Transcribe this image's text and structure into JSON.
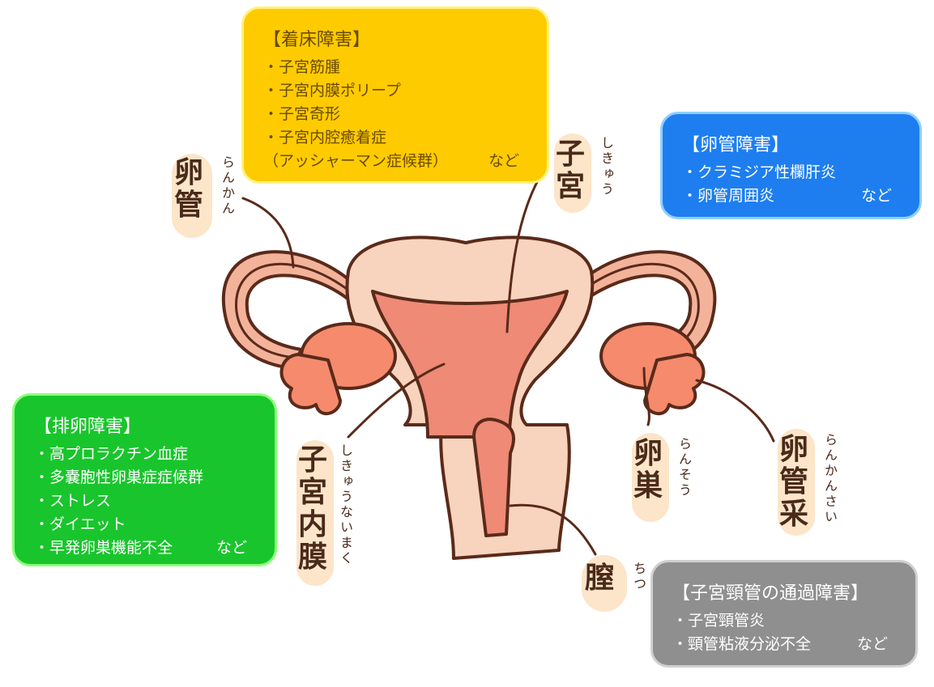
{
  "boxes": {
    "implantation": {
      "title": "【着床障害】",
      "items": [
        "・子宮筋腫",
        "・子宮内膜ポリープ",
        "・子宮奇形",
        "・子宮内腔癒着症"
      ],
      "last_item": "（アッシャーマン症候群）",
      "suffix": "など",
      "color": "#fecb00"
    },
    "tubal": {
      "title": "【卵管障害】",
      "items": [
        "・クラミジア性欄肝炎"
      ],
      "last_item": "・卵管周囲炎",
      "suffix": "など",
      "color": "#1e7ef0"
    },
    "ovulation": {
      "title": "【排卵障害】",
      "items": [
        "・高プロラクチン血症",
        "・多嚢胞性卵巣症症候群",
        "・ストレス",
        "・ダイエット"
      ],
      "last_item": "・早発卵巣機能不全",
      "suffix": "など",
      "color": "#19c52c"
    },
    "cervix": {
      "title": "【子宮頸管の通過障害】",
      "items": [
        "・子宮頸管炎"
      ],
      "last_item": "・頸管粘液分泌不全",
      "suffix": "など",
      "color": "#8f8f8f"
    }
  },
  "labels": {
    "fallopian_tube": {
      "kanji": [
        "卵",
        "管"
      ],
      "reading": "らんかん"
    },
    "uterus": {
      "kanji": [
        "子",
        "宮"
      ],
      "reading": "しきゅう"
    },
    "endometrium": {
      "kanji": [
        "子",
        "宮",
        "内",
        "膜"
      ],
      "reading": "しきゅうないまく"
    },
    "ovary": {
      "kanji": [
        "卵",
        "巣"
      ],
      "reading": "らんそう"
    },
    "fimbriae": {
      "kanji": [
        "卵",
        "管",
        "采"
      ],
      "reading": "らんかんさい"
    },
    "vagina": {
      "kanji": [
        "膣"
      ],
      "reading": "ちつ"
    }
  }
}
